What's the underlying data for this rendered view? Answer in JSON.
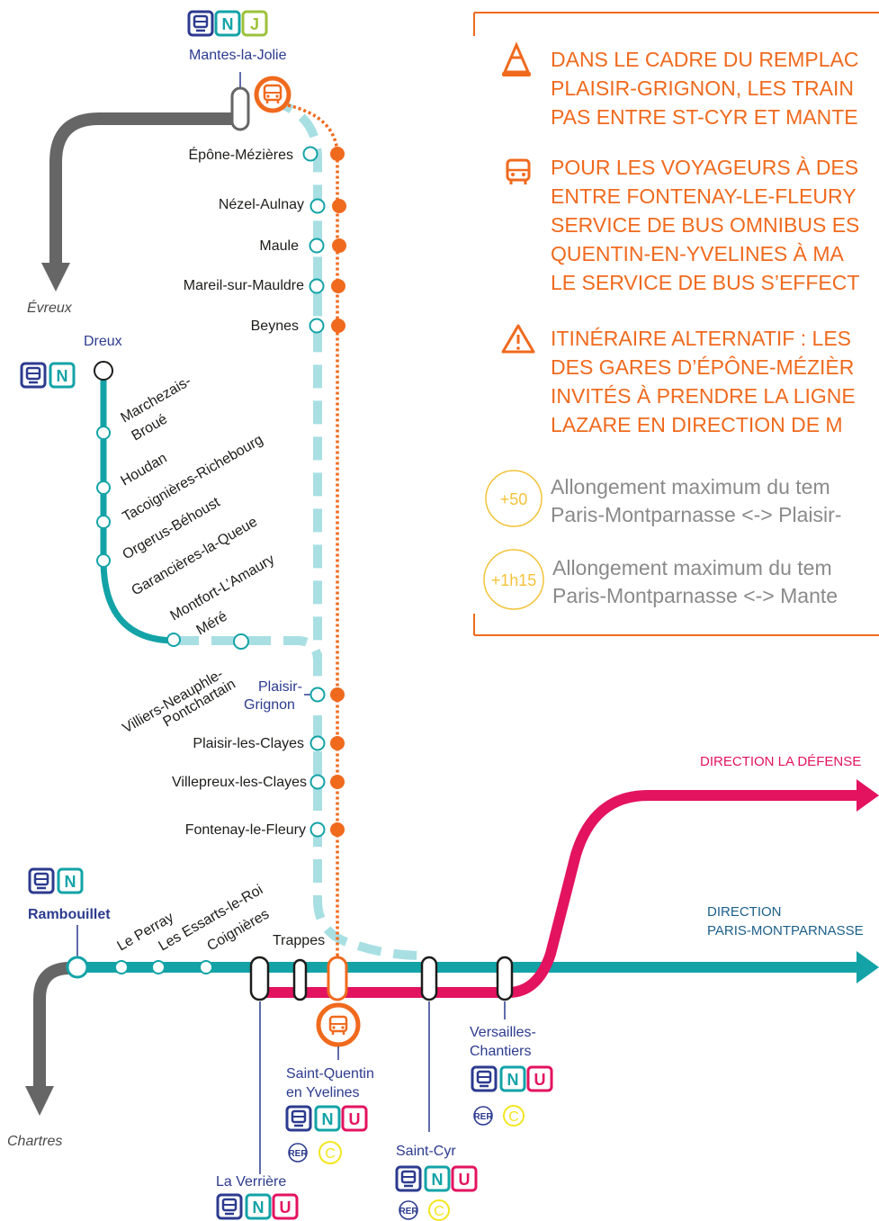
{
  "stations": {
    "mantes_la_jolie": "Mantes-la-Jolie",
    "epone_mezieres": "Épône-Mézières",
    "nezel_aulnay": "Nézel-Aulnay",
    "maule": "Maule",
    "mareil_sur_mauldre": "Mareil-sur-Mauldre",
    "beynes": "Beynes",
    "evreux": "Évreux",
    "dreux": "Dreux",
    "marchezais_broue_1": "Marchezais-",
    "marchezais_broue_2": "Broué",
    "houdan": "Houdan",
    "tacoignieres": "Tacoignières-Richebourg",
    "orgerus": "Orgerus-Béhoust",
    "garancieres": "Garancières-la-Queue",
    "montfort": "Montfort-L’Amaury",
    "mere": "Méré",
    "villiers_1": "Villiers-Neauphle-",
    "villiers_2": "Pontchartain",
    "plaisir_grignon_1": "Plaisir-",
    "plaisir_grignon_2": "Grignon",
    "plaisir_les_clayes": "Plaisir-les-Clayes",
    "villepreux": "Villepreux-les-Clayes",
    "fontenay": "Fontenay-le-Fleury",
    "rambouillet": "Rambouillet",
    "le_perray": "Le Perray",
    "les_essarts": "Les Essarts-le-Roi",
    "coignieres": "Coignières",
    "trappes": "Trappes",
    "chartres": "Chartres",
    "saint_quentin_1": "Saint-Quentin",
    "saint_quentin_2": "en Yvelines",
    "la_verriere": "La Verrière",
    "saint_cyr": "Saint-Cyr",
    "versailles_1": "Versailles-",
    "versailles_2": "Chantiers"
  },
  "directions": {
    "la_defense": "DIRECTION LA DÉFENSE",
    "paris_1": "DIRECTION",
    "paris_2": "PARIS-MONTPARNASSE"
  },
  "notices": {
    "works": [
      "DANS LE CADRE DU REMPLAC",
      "PLAISIR-GRIGNON, LES TRAIN",
      "PAS ENTRE ST-CYR ET MANTE"
    ],
    "bus": [
      "POUR LES VOYAGEURS À DES",
      "ENTRE FONTENAY-LE-FLEURY",
      "SERVICE DE BUS OMNIBUS ES",
      "QUENTIN-EN-YVELINES À MA",
      "LE SERVICE DE BUS S’EFFECT"
    ],
    "alternative": [
      "ITINÉRAIRE ALTERNATIF :  LES",
      "DES GARES D’ÉPÔNE-MÉZIÈR",
      "INVITÉS À PRENDRE LA LIGNE",
      "LAZARE EN DIRECTION DE M"
    ]
  },
  "durations": [
    {
      "badge": "+50",
      "line1": "Allongement maximum du tem",
      "line2": "Paris-Montparnasse <-> Plaisir-"
    },
    {
      "badge": "+1h15",
      "line1": "Allongement maximum du tem",
      "line2": "Paris-Montparnasse <-> Mante"
    }
  ],
  "line_badges": {
    "n": "N",
    "j": "J",
    "u": "U",
    "c": "C",
    "rer": "RER"
  },
  "colors": {
    "line_n": "#13a3a7",
    "line_u": "#e3135f",
    "line_j": "#9cc23a",
    "bus_orange": "#f06a1e",
    "branch_grey": "#666666",
    "closed_dashed": "#a8dfe3",
    "navy": "#2c3b8f",
    "rer_c_yellow": "#f3e61f"
  }
}
